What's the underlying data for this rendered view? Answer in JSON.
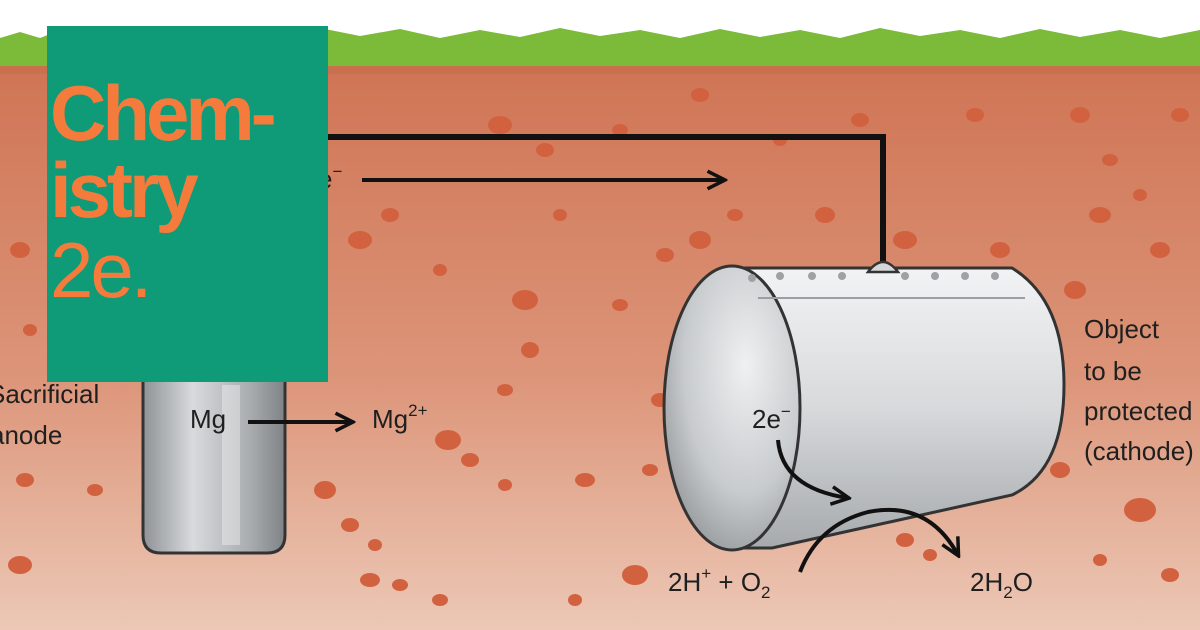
{
  "book_cover": {
    "title_line_1": "Chem-",
    "title_line_2": "istry",
    "edition": "2e."
  },
  "labels": {
    "electron_top": "e",
    "electron_top_sup": "−",
    "anode_line_1": "Sacrificial",
    "anode_line_2": "anode",
    "mg": "Mg",
    "mg_ion": "Mg",
    "mg_ion_sup": "2+",
    "tank_electrons": "2e",
    "tank_electrons_sup": "−",
    "object_line_1": "Object",
    "object_line_2": "to be",
    "object_line_3": "protected",
    "object_line_4": "(cathode)",
    "reactant_2h": "2H",
    "reactant_2h_sup": "+",
    "reactant_plus": " + O",
    "reactant_o2_sub": "2",
    "product_2h": "2H",
    "product_h_sub": "2",
    "product_o": "O"
  },
  "colors": {
    "grass": "#7cba3a",
    "soil_top": "#cf7454",
    "soil_bottom": "#eccab9",
    "soil_speck": "#d6603e",
    "cover_bg": "#0f9a78",
    "cover_text": "#f47b3b",
    "metal_light": "#e2e4e6",
    "metal_dark": "#8d9194"
  }
}
